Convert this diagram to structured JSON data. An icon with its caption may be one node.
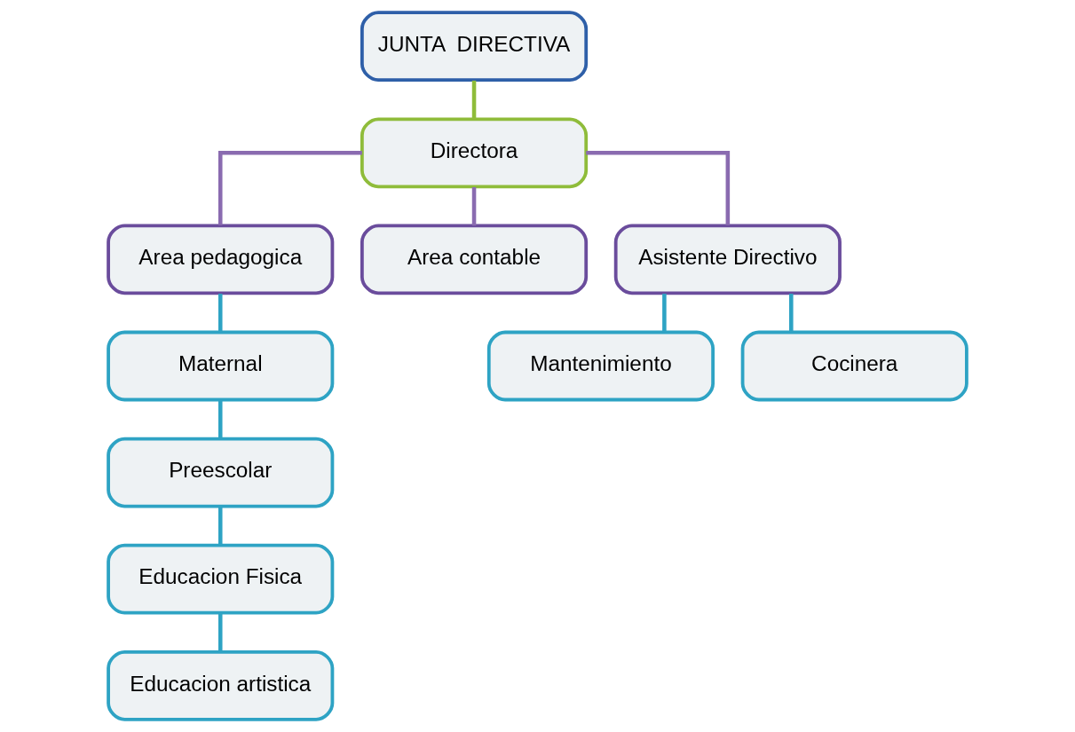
{
  "diagram": {
    "nodes": [
      {
        "text": [
          "JUNTA  DIRECTIVA"
        ]
      },
      {
        "text": [
          "Directora"
        ]
      },
      {
        "text": [
          "Area pedagogica"
        ]
      },
      {
        "text": [
          "Area contable"
        ]
      },
      {
        "text": [
          "Asistente Directivo"
        ]
      },
      {
        "text": [
          "Maternal"
        ]
      },
      {
        "text": [
          "Preescolar"
        ]
      },
      {
        "text": [
          "Educacion Fisica"
        ]
      },
      {
        "text": [
          "Educacion artistica"
        ]
      },
      {
        "text": [
          "Mantenimiento"
        ]
      },
      {
        "text": [
          "Cocinera"
        ]
      }
    ],
    "edges": [
      {
        "from": 0,
        "to": 1,
        "arrow": "none",
        "color": "#8fbc3a"
      },
      {
        "from": 1,
        "to": 2,
        "arrow": "none",
        "color": "#8a6bb0"
      },
      {
        "from": 1,
        "to": 3,
        "arrow": "none",
        "color": "#8a6bb0"
      },
      {
        "from": 1,
        "to": 4,
        "arrow": "none",
        "color": "#8a6bb0"
      },
      {
        "from": 2,
        "to": 5,
        "arrow": "none"
      },
      {
        "from": 5,
        "to": 6,
        "arrow": "none"
      },
      {
        "from": 6,
        "to": 7,
        "arrow": "none"
      },
      {
        "from": 7,
        "to": 8,
        "arrow": "none"
      },
      {
        "from": 4,
        "to": 9,
        "arrow": "none"
      },
      {
        "from": 4,
        "to": 10,
        "arrow": "none"
      }
    ]
  }
}
